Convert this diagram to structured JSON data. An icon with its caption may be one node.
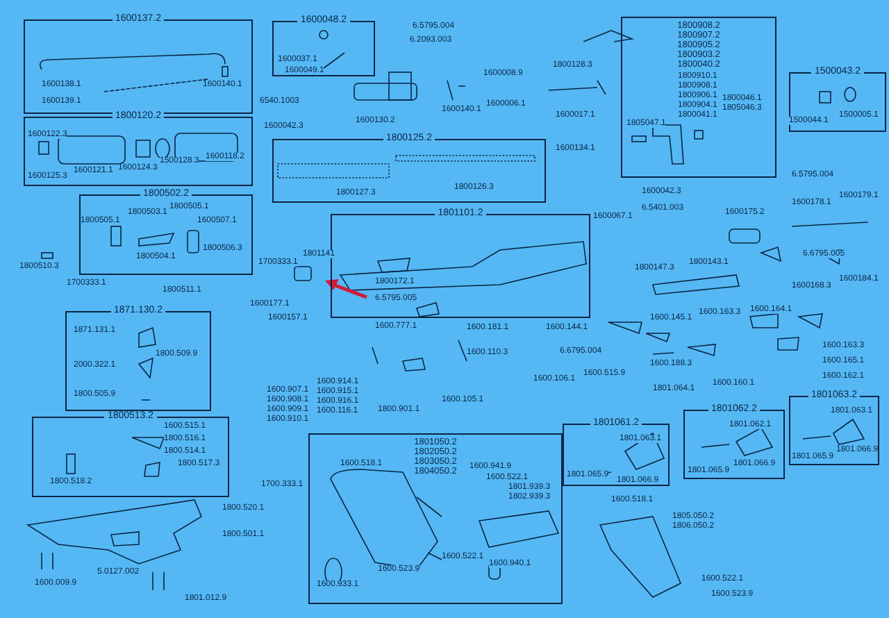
{
  "diagram": {
    "nodes": [
      {
        "text": [
          "1600137.2"
        ]
      },
      {
        "text": [
          "1800120.2"
        ]
      },
      {
        "text": [
          "1800502.2"
        ]
      },
      {
        "text": [
          "1871.130.2"
        ]
      },
      {
        "text": [
          "1800513.2"
        ]
      },
      {
        "text": [
          "1600048.2"
        ]
      },
      {
        "text": [
          "1800125.2"
        ]
      },
      {
        "text": [
          "1801101.2"
        ]
      },
      {
        "text": [
          "1800908.2",
          "1800907.2",
          "1800905.2",
          "1800903.2",
          "1800040.2"
        ]
      },
      {
        "text": [
          "1500043.2"
        ]
      },
      {
        "text": [
          "1801061.2"
        ]
      },
      {
        "text": [
          "1801062.2"
        ]
      },
      {
        "text": [
          "1801063.2"
        ]
      },
      {
        "text": [
          "1801050.2",
          "1802050.2",
          "1803050.2",
          "1804050.2"
        ]
      }
    ],
    "labels": [
      "1600138.1",
      "1600139.1",
      "1600140.1",
      "1600122.3",
      "1600125.3",
      "1600121.1",
      "1600124.3",
      "1500128.3",
      "1600118.2",
      "1800505.1",
      "1800503.1",
      "1800505.1",
      "1600507.1",
      "1800504.1",
      "1800506.3",
      "1800510.3",
      "1700333.1",
      "1800511.1",
      "1700333.1",
      "1600177.1",
      "1600037.1",
      "1600049.1",
      "6.5795.004",
      "6.2093.003",
      "6540.1003",
      "1600042.3",
      "1600008.9",
      "1600006.1",
      "1600130.2",
      "1600140.1",
      "1800128.3",
      "1600017.1",
      "1800127.3",
      "1800126.3",
      "1600134.1",
      "1801141",
      "1800172.1",
      "6.5795.005",
      "1600157.1",
      "1800910.1",
      "1800908.1",
      "1800906.1",
      "1800904.1",
      "1800041.1",
      "1805047.1",
      "1800046.1",
      "1805046.3",
      "1500044.1",
      "1500005.1",
      "6.5795.004",
      "1600042.3",
      "6.5401.003",
      "1600067.1",
      "1600175.2",
      "1600178.1",
      "1600179.1",
      "6.6795.005",
      "1800147.3",
      "1800143.1",
      "1600168.3",
      "1600184.1",
      "1871.131.1",
      "1800.509.9",
      "2000.322.1",
      "1800.505.9",
      "1600.515.1",
      "1800.516.1",
      "1800.514.1",
      "1800.517.3",
      "1800.518.2",
      "1700.333.1",
      "1800.520.1",
      "1800.501.1",
      "1600.009.9",
      "5.0127.002",
      "1801.012.9",
      "1600.907.1",
      "1600.908.1",
      "1600.909.1",
      "1600.910.1",
      "1600.914.1",
      "1600.915.1",
      "1600.916.1",
      "1600.116.1",
      "1600.777.1",
      "1600.181.1",
      "1600.110.3",
      "1600.105.1",
      "1600.106.1",
      "1800.901.1",
      "1600.518.1",
      "1600.941.9",
      "1600.522.1",
      "1801.939.3",
      "1802.939.3",
      "1600.522.1",
      "1600.523.9",
      "1600.933.1",
      "1600.940.1",
      "1600.144.1",
      "6.6795.004",
      "1600.145.1",
      "1600.163.3",
      "1600.164.1",
      "1600.188.3",
      "1600.160.1",
      "1600.163.3",
      "1600.165.1",
      "1600.162.1",
      "1600.515.9",
      "1801.064.1",
      "1801.063.1",
      "1801.065.9",
      "1801.066.9",
      "1801.062.1",
      "1801.065.9",
      "1801.066.9",
      "1801.063.1",
      "1801.065.9",
      "1801.066.9",
      "1600.518.1",
      "1805.050.2",
      "1806.050.2",
      "1600.522.1",
      "1600.523.9"
    ]
  }
}
